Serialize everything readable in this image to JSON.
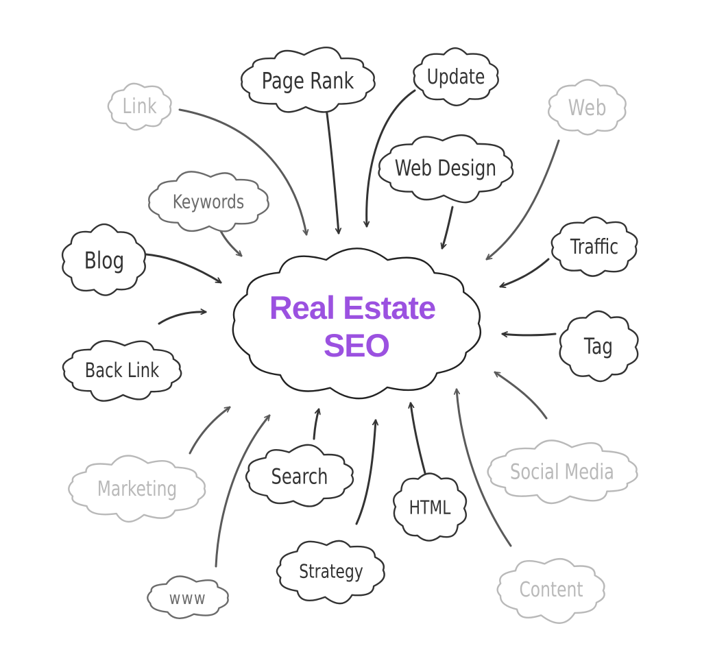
{
  "center": {
    "title_line1": "Real Estate",
    "title_line2": "SEO",
    "color": "#9b51e0"
  },
  "colors": {
    "dark": "#333333",
    "mid": "#6b6b6b",
    "light": "#b9b9b9",
    "background": "#ffffff"
  },
  "topics": [
    {
      "id": "link",
      "label": "Link",
      "shade": "light"
    },
    {
      "id": "page-rank",
      "label": "Page Rank",
      "shade": "dark"
    },
    {
      "id": "update",
      "label": "Update",
      "shade": "dark"
    },
    {
      "id": "web",
      "label": "Web",
      "shade": "light"
    },
    {
      "id": "web-design",
      "label": "Web Design",
      "shade": "dark"
    },
    {
      "id": "keywords",
      "label": "Keywords",
      "shade": "mid"
    },
    {
      "id": "blog",
      "label": "Blog",
      "shade": "dark"
    },
    {
      "id": "traffic",
      "label": "Traffic",
      "shade": "dark"
    },
    {
      "id": "back-link",
      "label": "Back Link",
      "shade": "dark"
    },
    {
      "id": "tag",
      "label": "Tag",
      "shade": "dark"
    },
    {
      "id": "marketing",
      "label": "Marketing",
      "shade": "light"
    },
    {
      "id": "search",
      "label": "Search",
      "shade": "dark"
    },
    {
      "id": "html",
      "label": "HTML",
      "shade": "dark"
    },
    {
      "id": "social-media",
      "label": "Social Media",
      "shade": "light"
    },
    {
      "id": "strategy",
      "label": "Strategy",
      "shade": "dark"
    },
    {
      "id": "content",
      "label": "Content",
      "shade": "light"
    },
    {
      "id": "www",
      "label": "www",
      "shade": "mid"
    }
  ]
}
